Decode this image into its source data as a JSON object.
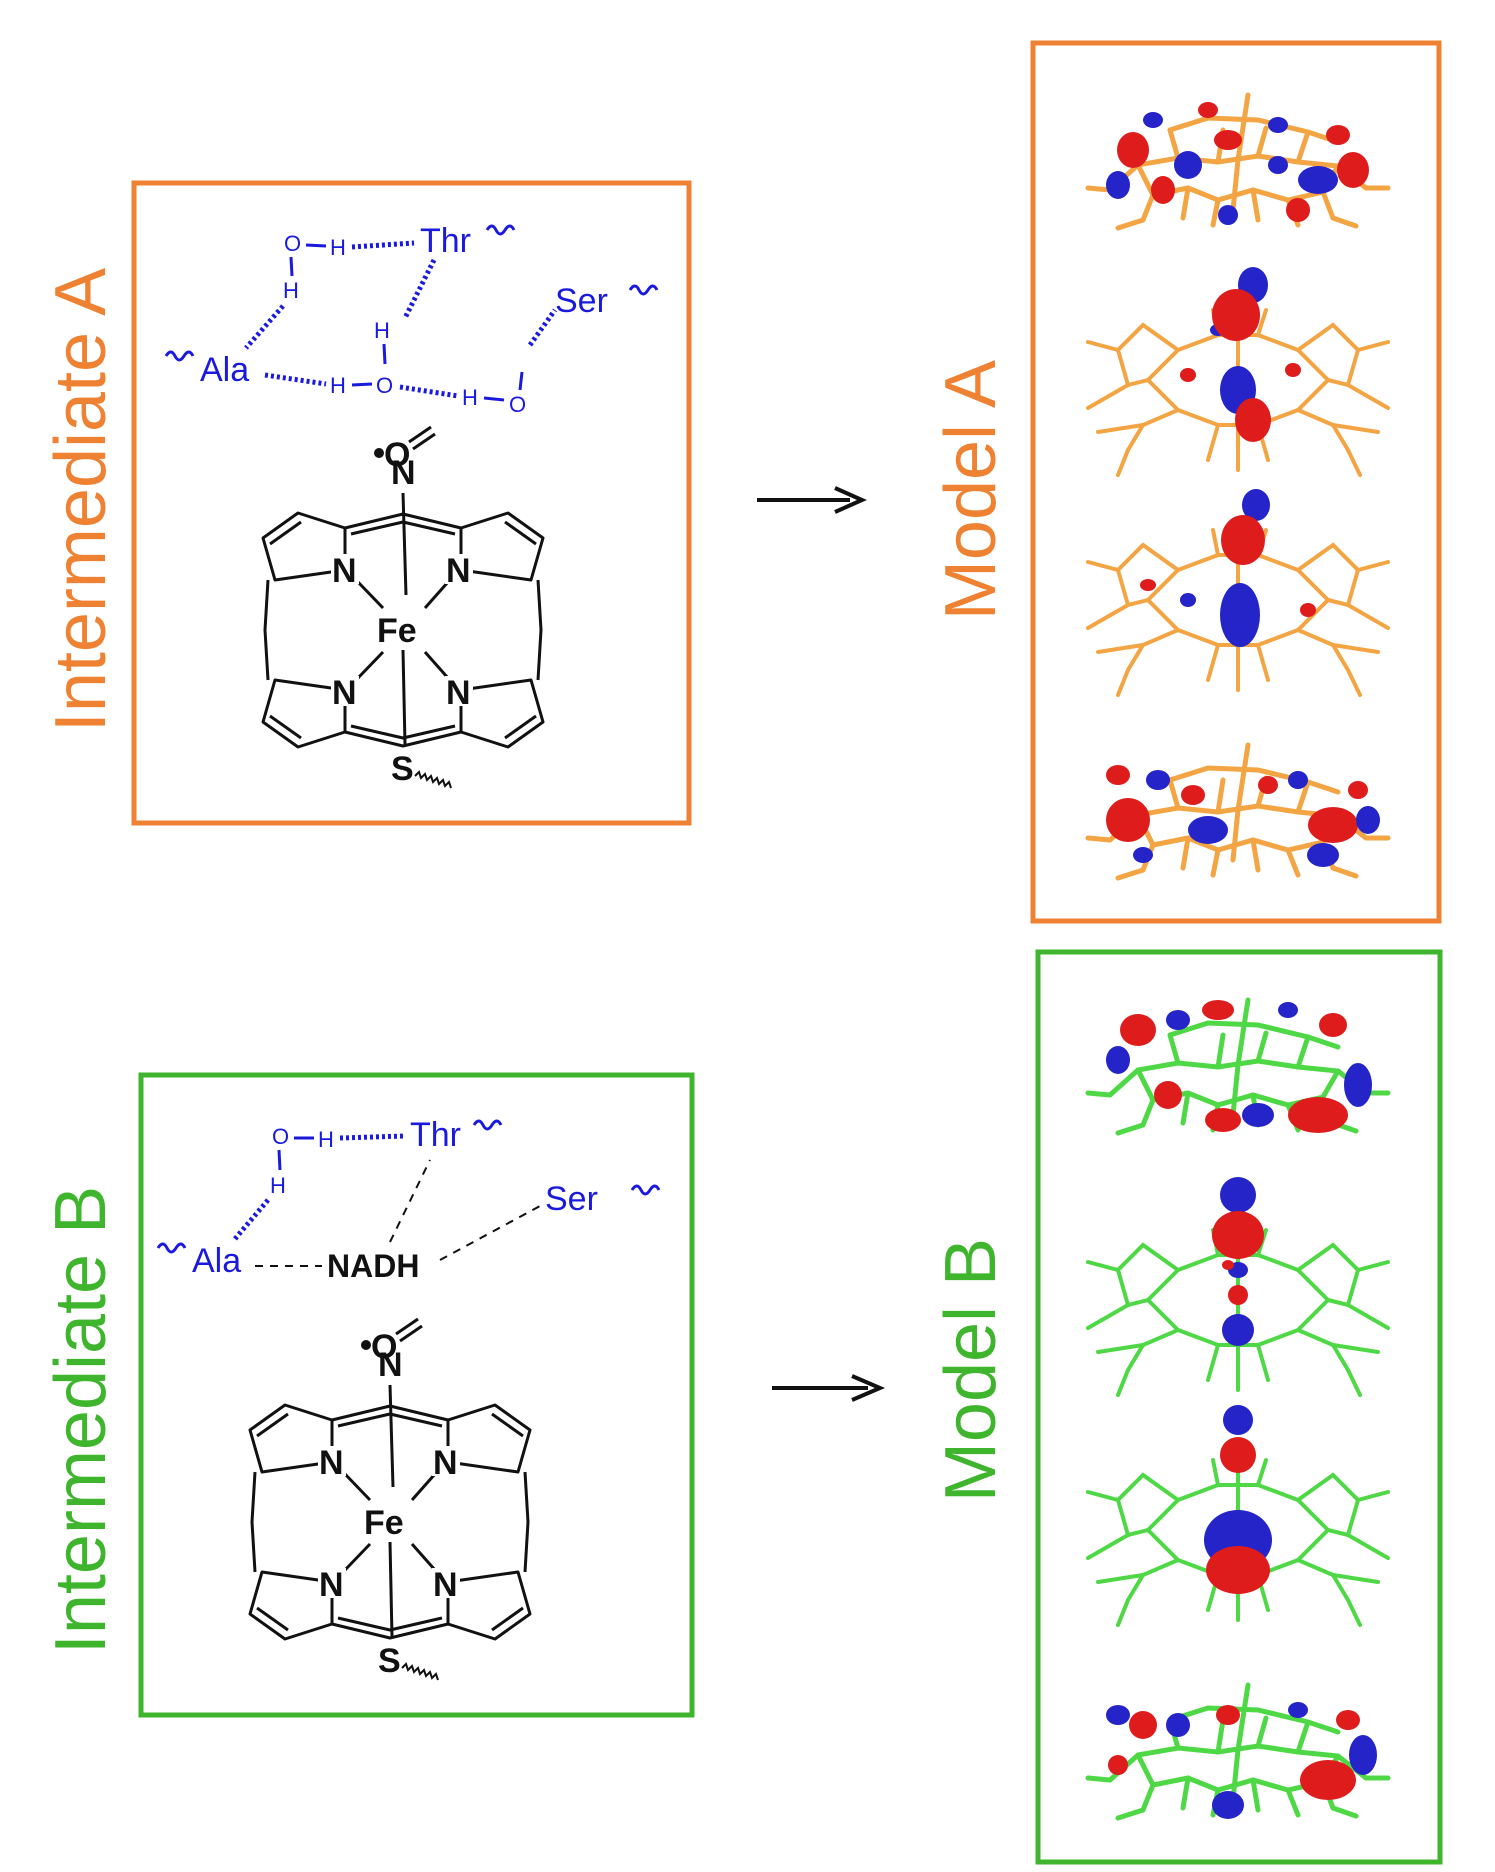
{
  "colors": {
    "orange": "#ee8232",
    "green": "#3fb52e",
    "blue": "#1a1adf",
    "red": "#de1c1c",
    "black": "#111111"
  },
  "panel_a": {
    "label": "Intermediate A",
    "residues": {
      "thr": "Thr",
      "ser": "Ser",
      "ala": "Ala"
    },
    "atoms": {
      "o1": "O",
      "h1": "H",
      "h2": "H",
      "h3": "H",
      "o2": "O",
      "h4": "H",
      "h5": "H",
      "o3": "O"
    }
  },
  "panel_b": {
    "label": "Intermediate B",
    "residues": {
      "thr": "Thr",
      "ser": "Ser",
      "ala": "Ala",
      "nadh": "NADH"
    },
    "atoms": {
      "o1": "O",
      "h1": "H",
      "h2": "H"
    }
  },
  "heme": {
    "o": "O",
    "n_top": "N",
    "n1": "N",
    "n2": "N",
    "n3": "N",
    "n4": "N",
    "fe": "Fe",
    "s": "S"
  },
  "model_a": {
    "label": "Model A",
    "stick_color": "#f3a443"
  },
  "model_b": {
    "label": "Model B",
    "stick_color": "#4fd845"
  },
  "arrow_icon": "right-arrow-icon"
}
